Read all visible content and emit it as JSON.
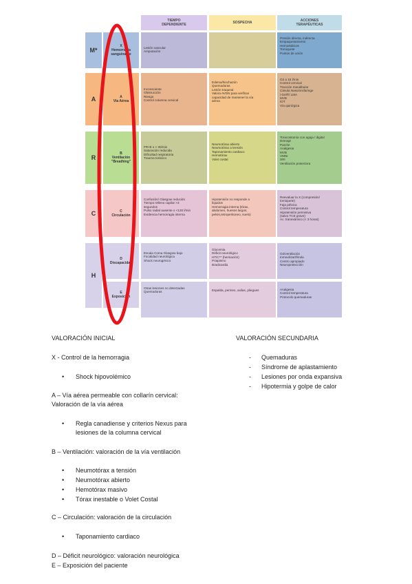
{
  "table": {
    "headers": [
      "TIEMPO\nDEPENDIENTE",
      "SOSPECHA",
      "ACCIONES\nTERAPÉUTICAS"
    ],
    "rows": [
      {
        "letter": "M*",
        "label": "X\nHemorragia\nsanguinante",
        "c1": "Lesión vascular\nAmputación",
        "c2": "",
        "c3": "Presión directa, indirecta\nEmpaquetamiento\nHemostáticos\nTorniquete\nPuntos de unión"
      },
      {
        "letter": "A",
        "label": "A\nVía Aérea",
        "c1": "Inconsciente\nObstrucción\nRiesgo\nControl columna cervical",
        "c2": "Edema/hinchazón\nQuemaduras\nLesión traqueal\nValora AVDN para verificar\ncapacidad de mantener la vía\naérea",
        "c3": "O2 a 15 l/min\nControl cervical\nTracción mandibular\nCánula Naso/orofaringe\ni-Gel®/ LMA\nMVB\nIOT\nVía quirúrgica"
      },
      {
        "letter": "R",
        "label": "B\nVentilación\n\"Breathing\"",
        "c1": "FR<8 o > 30/min\nSaturación reducida\nDificultad respiratoria\nTrauma torácico",
        "c2": "Neumotórax abierto\nNeumotórax a tensión\nTaponamiento cardiaco\nHemotórax\nVolet costal",
        "c3": "Toracostomía con aguja / digital\nDrenaje\nParche\nAnalgesia\nMVB\nVMNI\nSRI\nVentilación protectora"
      },
      {
        "letter": "C",
        "label": "C\nCirculación",
        "c1": "Confusión/ Glasgow reducido\nTiempo relleno capilar >3\nsegundos\nPulso radial ausente o <120 l/min\nEvidencia hemorragia interna",
        "c2": "Hipotensión no responde a\nlíquidos\nHemorragia interna (tórax,\nabdomen, huesos largos,\npelvis,retroperitoneo, suelo)",
        "c3": "Reevaluar la X (compresión/\ntorniquete)\nFaja pélvica\nControl temperatura\nHipotensión permisiva\n(salvo TCE grave)\nAc. tranexámico (< 3 horas)"
      },
      {
        "letter": "H",
        "label": "D\nDiscapacidad",
        "c1": "Escala Coma Glasgow bajo\nFocalidad neurológica\nShock neurogénico",
        "c2": "Glucemia\nDéficit neurológico\nHTIC** (herniación)\nPriapismo\nBradicardia",
        "c3": "O2/ventilación\nInmovilizar/férula\nCentro apropiado\nNeuroprotección"
      },
      {
        "letter": "",
        "label": "E\nExposición",
        "c1": "Otras lesiones no detectadas\nQuemaduras",
        "c2": "Espalda, perineo, axilas, pliegues",
        "c3": "Analgesia\nControl temperatura\nProtocolo quemaduras"
      }
    ]
  },
  "left": {
    "title": "VALORACIÓN INICIAL",
    "x_heading": "X - Control de la hemorragia",
    "x_items": [
      "Shock hipovolémico"
    ],
    "a_heading_1": "A – Vía aérea permeable con collarín cervical:",
    "a_heading_2": "Valoración de la vía aérea",
    "a_item_1": "Regla canadiense y criterios Nexus para",
    "a_item_2": "lesiones de la columna cervical",
    "b_heading": "B – Ventilación: valoración de la vía ventilación",
    "b_items": [
      "Neumotórax a tensión",
      "Neumotórax abierto",
      "Hemotórax masivo",
      "Tórax inestable o Volet Costal"
    ],
    "c_heading": "C – Circulación: valoración de la circulación",
    "c_items": [
      "Taponamiento cardiaco"
    ],
    "d_heading": "D – Déficit neurológico: valoración neurológica",
    "e_heading": "E – Exposición del paciente"
  },
  "right": {
    "title": "VALORACIÓN SECUNDARIA",
    "items": [
      "Quemaduras",
      "Síndrome de aplastamiento",
      "Lesiones por onda expansiva",
      "Hipotermia y golpe de calor"
    ]
  }
}
